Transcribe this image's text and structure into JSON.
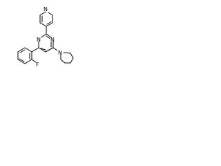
{
  "molecule": {
    "stroke_color": "#000000",
    "background_color": "#ffffff",
    "atom_labels": {
      "pyridine_n": "N",
      "pyrimidine_n_left": "N",
      "pyrimidine_n_right": "N",
      "piperidine_n": "N",
      "fluorine": "F"
    }
  }
}
